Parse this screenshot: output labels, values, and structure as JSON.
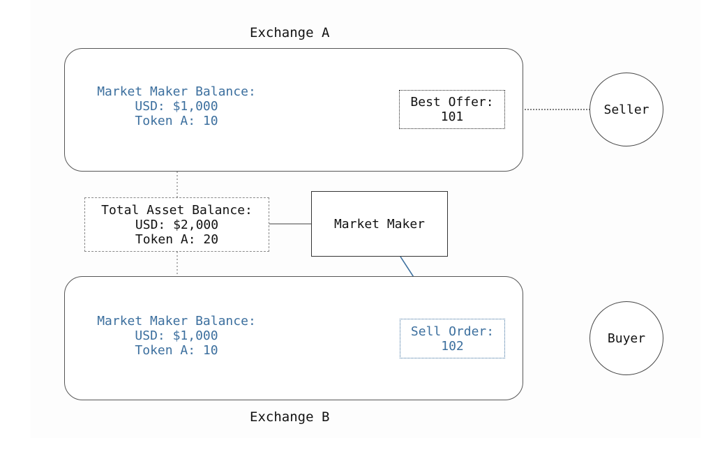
{
  "exchange_a": {
    "title": "Exchange A",
    "balance": {
      "heading": "Market Maker Balance:",
      "usd": "USD: $1,000",
      "token": "Token A: 10"
    },
    "best_offer": {
      "label": "Best Offer:",
      "value": "101"
    }
  },
  "exchange_b": {
    "title": "Exchange B",
    "balance": {
      "heading": "Market Maker Balance:",
      "usd": "USD: $1,000",
      "token": "Token A: 10"
    },
    "sell_order": {
      "label": "Sell Order:",
      "value": "102"
    }
  },
  "total_balance": {
    "heading": "Total Asset Balance:",
    "usd": "USD: $2,000",
    "token": "Token A: 20"
  },
  "market_maker": {
    "label": "Market Maker"
  },
  "seller": {
    "label": "Seller"
  },
  "buyer": {
    "label": "Buyer"
  },
  "colors": {
    "accent_blue": "#3c6f9e",
    "border": "#555555",
    "dashed": "#888888"
  }
}
